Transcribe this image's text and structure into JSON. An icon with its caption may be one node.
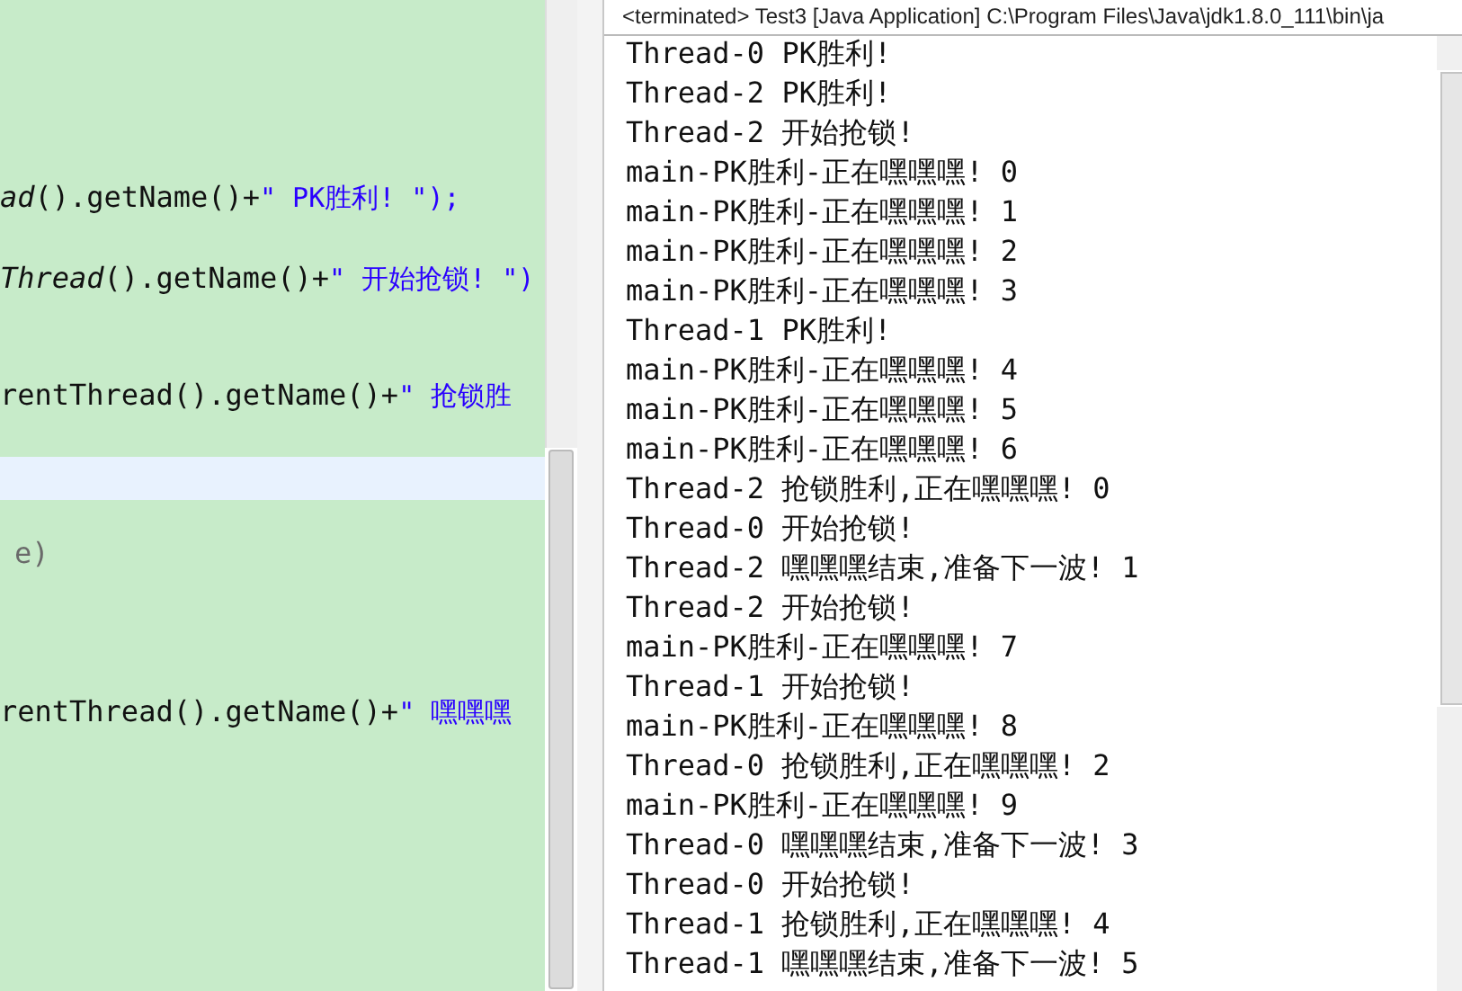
{
  "diagram": {
    "labels": [
      "*ad*().getName()+",
      "\" PK胜利! \");",
      "*Thread*().getName()+",
      "\" 开始抢锁! \")",
      "rentThread().getName()+",
      "\" 抢锁胜",
      "e)",
      "rentThread().getName()+",
      "\" 嘿嘿嘿",
      "<terminated> Test3 [Java Application] C:\\Program Files\\Java\\jdk1.8.0_111\\bin\\ja",
      "Thread-0 PK胜利!",
      "Thread-2 PK胜利!",
      "Thread-2 开始抢锁!",
      "main-PK胜利-正在嘿嘿嘿! 0",
      "main-PK胜利-正在嘿嘿嘿! 1",
      "main-PK胜利-正在嘿嘿嘿! 2",
      "main-PK胜利-正在嘿嘿嘿! 3",
      "Thread-1 PK胜利!",
      "main-PK胜利-正在嘿嘿嘿! 4",
      "main-PK胜利-正在嘿嘿嘿! 5",
      "main-PK胜利-正在嘿嘿嘿! 6",
      "Thread-2 抢锁胜利,正在嘿嘿嘿! 0",
      "Thread-0 开始抢锁!",
      "Thread-2 嘿嘿嘿结束,准备下一波! 1",
      "Thread-2 开始抢锁!",
      "main-PK胜利-正在嘿嘿嘿! 7",
      "Thread-1 开始抢锁!",
      "main-PK胜利-正在嘿嘿嘿! 8",
      "Thread-0 抢锁胜利,正在嘿嘿嘿! 2",
      "main-PK胜利-正在嘿嘿嘿! 9",
      "Thread-0 嘿嘿嘿结束,准备下一波! 3",
      "Thread-0 开始抢锁!",
      "Thread-1 抢锁胜利,正在嘿嘿嘿! 4",
      "Thread-1 嘿嘿嘿结束,准备下一波! 5"
    ]
  }
}
